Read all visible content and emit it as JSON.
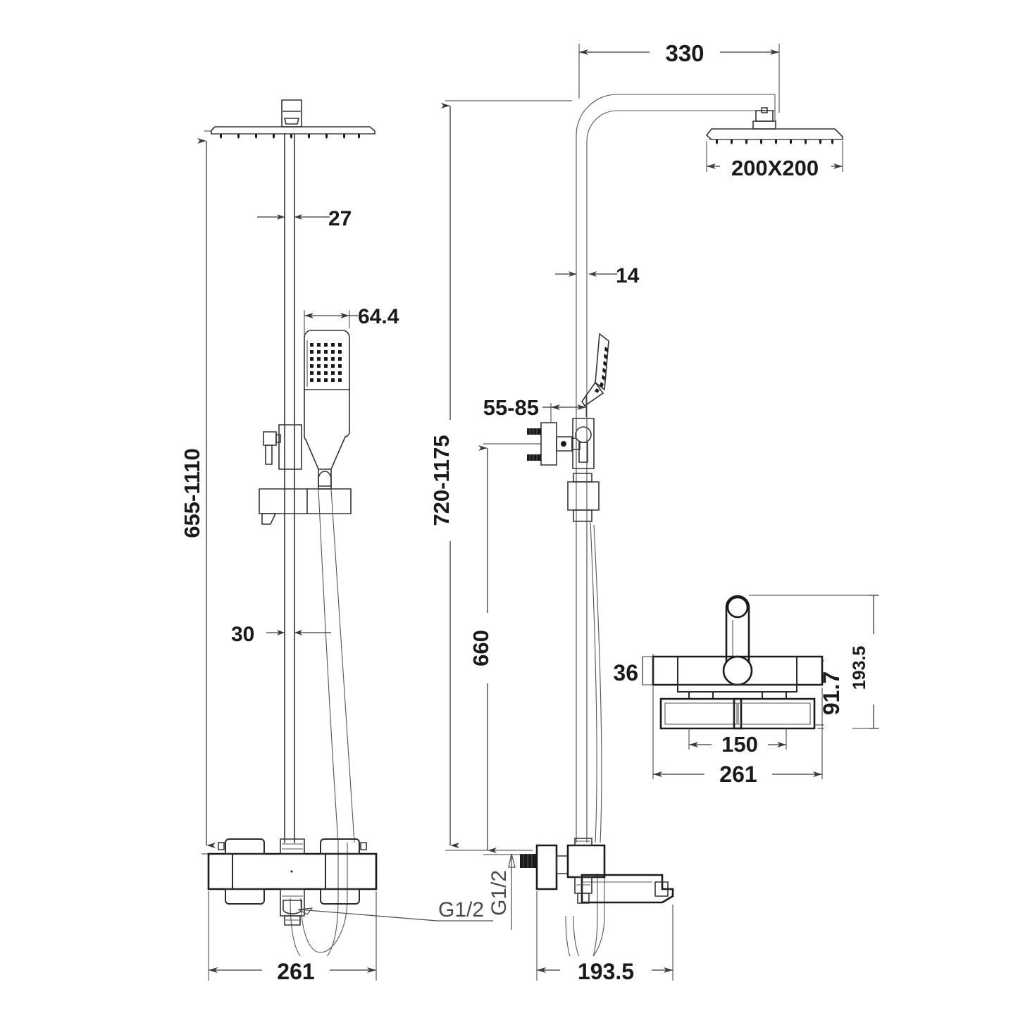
{
  "drawing": {
    "title": "Thermostatic bar shower valve with riser rail and bath spout - dimensioned technical drawing",
    "units": "mm",
    "views": [
      {
        "name": "front-elevation",
        "label": ""
      },
      {
        "name": "side-elevation",
        "label": ""
      },
      {
        "name": "valve-detail-plan",
        "label": ""
      }
    ]
  },
  "dimensions": {
    "front_view": {
      "riser_pipe_diameter": "27",
      "handset_width": "64.4",
      "overall_height_range": "655-1110",
      "rail_diameter": "30",
      "valve_body_width": "261",
      "inlet_thread": "G1/2"
    },
    "side_view": {
      "arm_projection": "330",
      "head_size": "200X200",
      "arm_thickness": "14",
      "bracket_projection": "55-85",
      "overall_height_range": "720-1175",
      "wall_to_bracket_height": "660",
      "spout_projection": "193.5",
      "inlet_thread": "G1/2"
    },
    "valve_detail": {
      "end_cap_width": "36",
      "handle_centres": "150",
      "body_width": "261",
      "overall_depth": "193.5",
      "body_depth": "91.7"
    }
  },
  "colors": {
    "line": "#333333",
    "heavy_line": "#1a1a1a",
    "dim_line": "#3a3a3a",
    "note": "#4a4a4a",
    "background": "#ffffff"
  }
}
